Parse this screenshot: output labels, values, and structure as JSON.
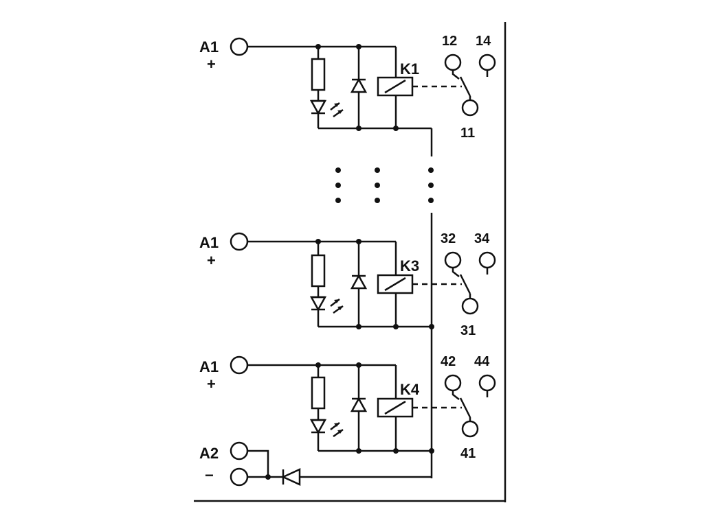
{
  "terminals": {
    "ch1_pos_name": "A1",
    "ch1_pos_sign": "+",
    "ch3_pos_name": "A1",
    "ch3_pos_sign": "+",
    "ch4_pos_name": "A1",
    "ch4_pos_sign": "+",
    "neg_name": "A2",
    "neg_sign": "−"
  },
  "relays": {
    "k1": {
      "name": "K1",
      "nc": "12",
      "no": "14",
      "com": "11"
    },
    "k3": {
      "name": "K3",
      "nc": "32",
      "no": "34",
      "com": "31"
    },
    "k4": {
      "name": "K4",
      "nc": "42",
      "no": "44",
      "com": "41"
    }
  }
}
